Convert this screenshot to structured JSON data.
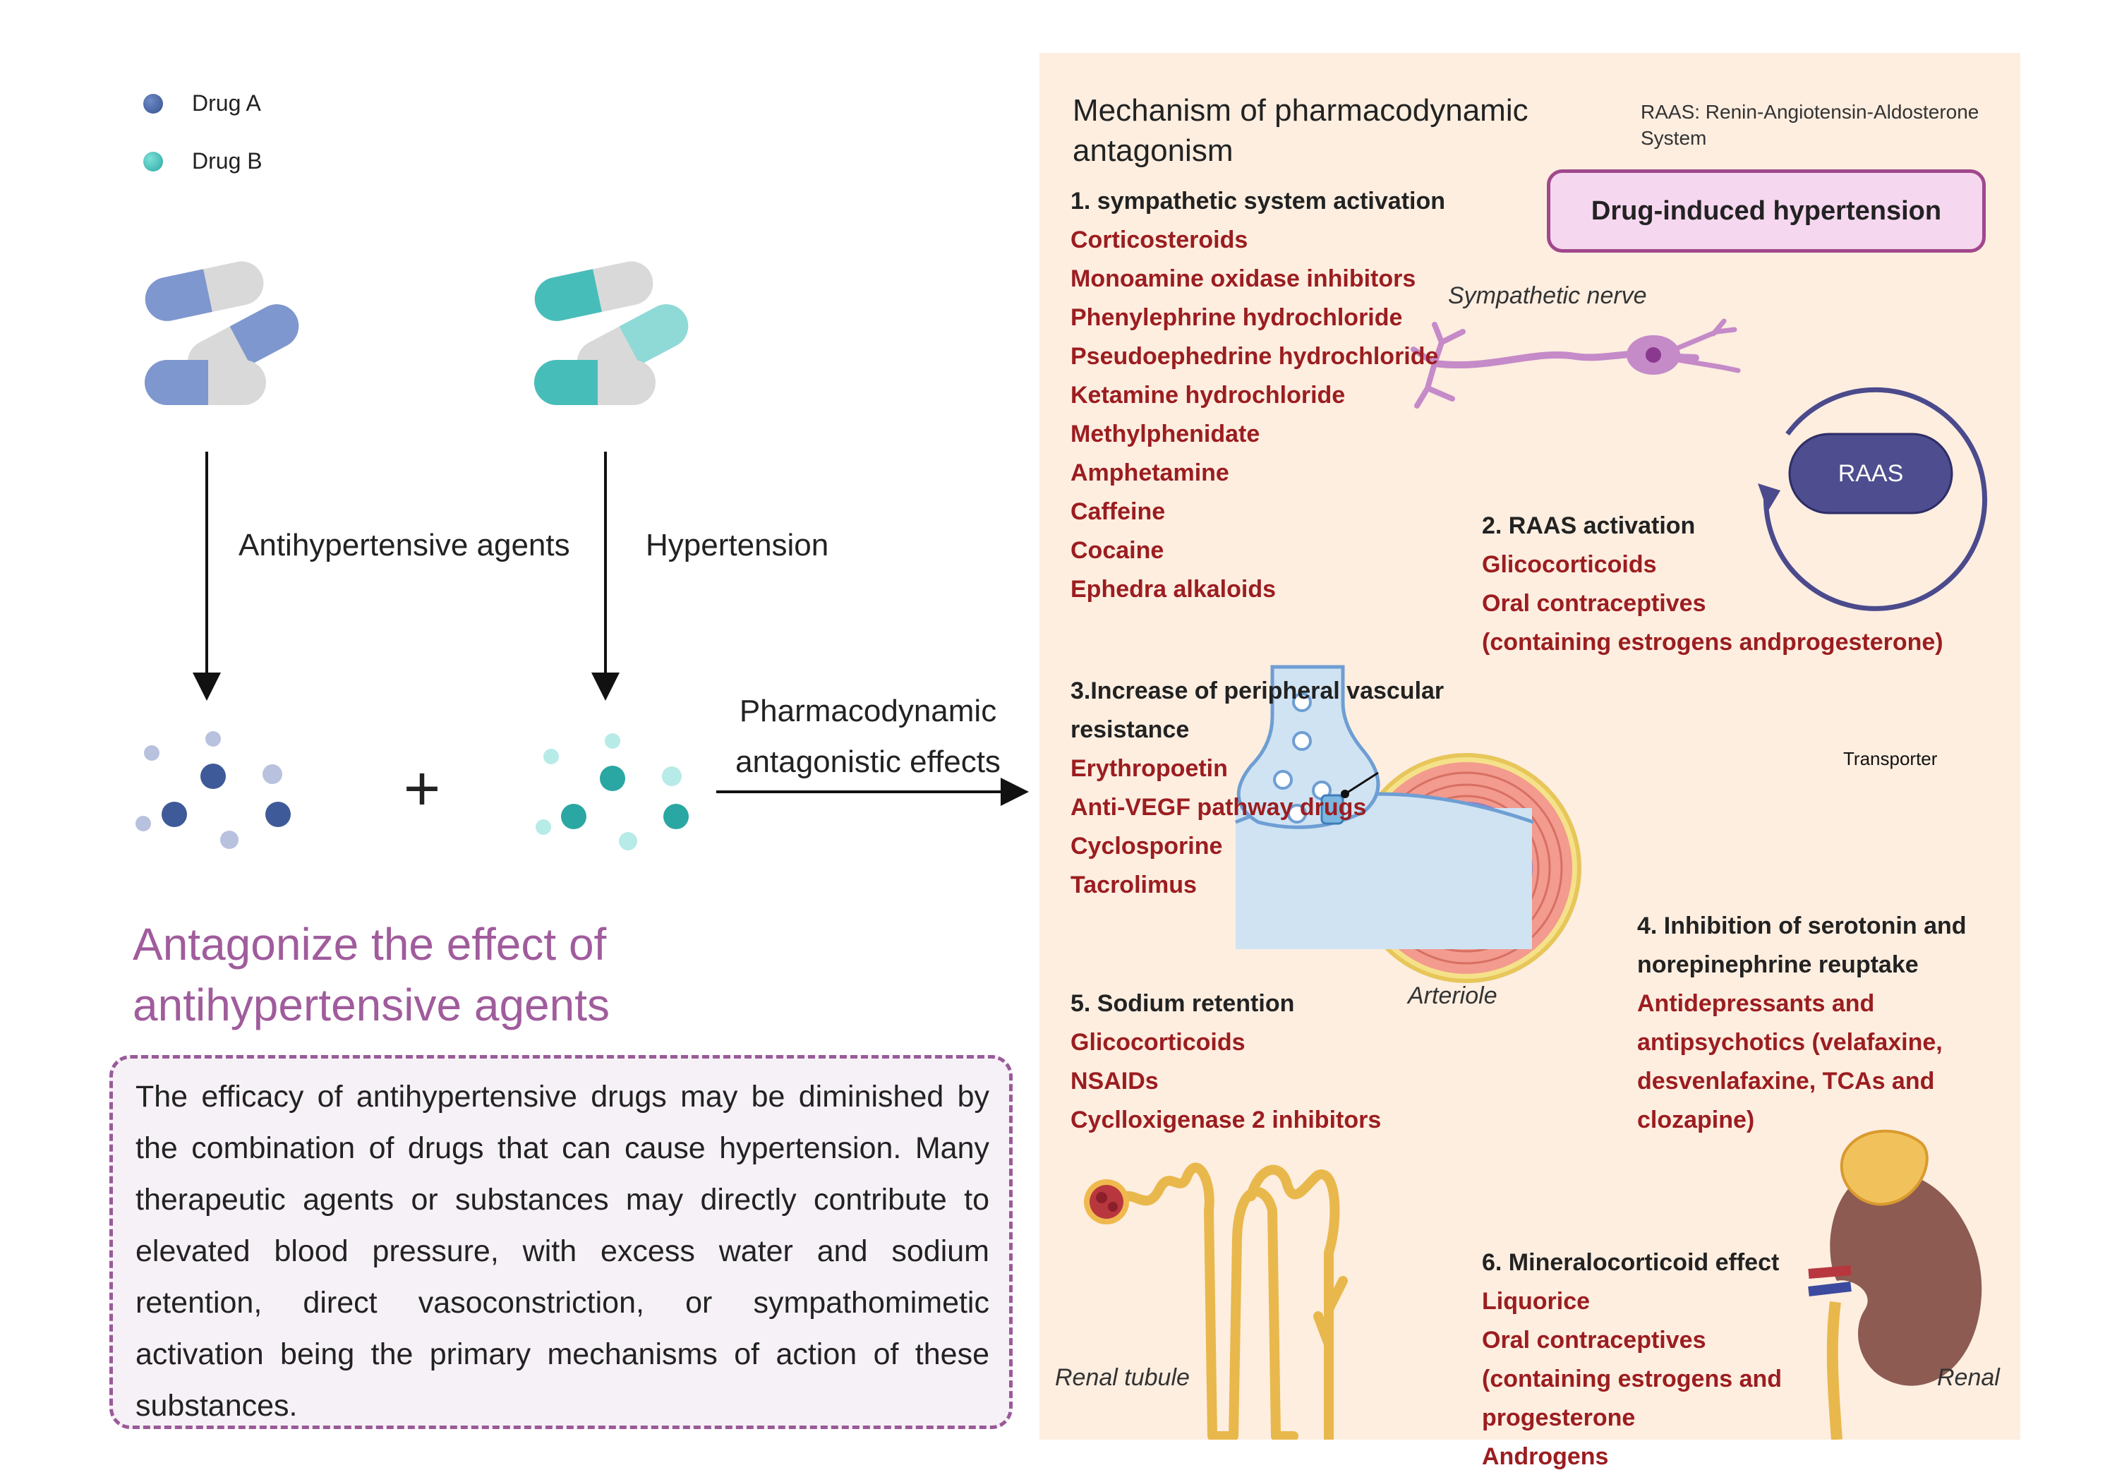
{
  "legend": [
    {
      "label": "Drug A",
      "color": "#3f5a98"
    },
    {
      "label": "Drug B",
      "color": "#3bb5b0"
    }
  ],
  "arrows": {
    "left_label": "Antihypertensive agents",
    "right_label": "Hypertension",
    "result_label_line1": "Pharmacodynamic",
    "result_label_line2": "antagonistic effects"
  },
  "plus_sign": "+",
  "main_heading": "Antagonize the effect of antihypertensive agents",
  "description": "The efficacy of antihypertensive drugs may be diminished by the combination of drugs that can cause hypertension. Many therapeutic agents or substances may directly contribute to elevated blood pressure, with excess water and sodium retention, direct vasoconstriction, or sympathomimetic activation being the primary mechanisms of action of these substances.",
  "panel": {
    "title": "Mechanism of pharmacodynamic antagonism",
    "raas_note": "RAAS: Renin-Angiotensin-Aldosterone System",
    "drug_induced_label": "Drug-induced hypertension",
    "raas_label": "RAAS",
    "transporter_label": "Transporter",
    "captions": {
      "sympathetic": "Sympathetic nerve",
      "arteriole": "Arteriole",
      "renal_tubule": "Renal tubule",
      "renal": "Renal"
    },
    "sections": [
      {
        "heading": "1. sympathetic system activation",
        "items": [
          "Corticosteroids",
          "Monoamine oxidase inhibitors",
          "Phenylephrine hydrochloride",
          "Pseudoephedrine hydrochloride",
          "Ketamine hydrochloride",
          "Methylphenidate",
          "Amphetamine",
          "Caffeine",
          "Cocaine",
          "Ephedra alkaloids"
        ]
      },
      {
        "heading": "2. RAAS activation",
        "items": [
          "Glicocorticoids",
          "Oral contraceptives",
          "(containing estrogens andprogesterone)"
        ]
      },
      {
        "heading": "3.Increase of peripheral vascular resistance",
        "items": [
          "Erythropoetin",
          "Anti-VEGF pathway drugs",
          "Cyclosporine",
          "Tacrolimus"
        ]
      },
      {
        "heading": "4. Inhibition of serotonin and norepinephrine reuptake",
        "items": [
          "Antidepressants and antipsychotics (velafaxine, desvenlafaxine, TCAs and clozapine)"
        ]
      },
      {
        "heading": "5. Sodium retention",
        "items": [
          "Glicocorticoids",
          "NSAIDs",
          "Cyclloxigenase 2 inhibitors"
        ]
      },
      {
        "heading": "6. Mineralocorticoid effect",
        "items": [
          "Liquorice",
          "Oral contraceptives",
          "(containing estrogens and progesterone",
          "Androgens"
        ]
      }
    ]
  }
}
